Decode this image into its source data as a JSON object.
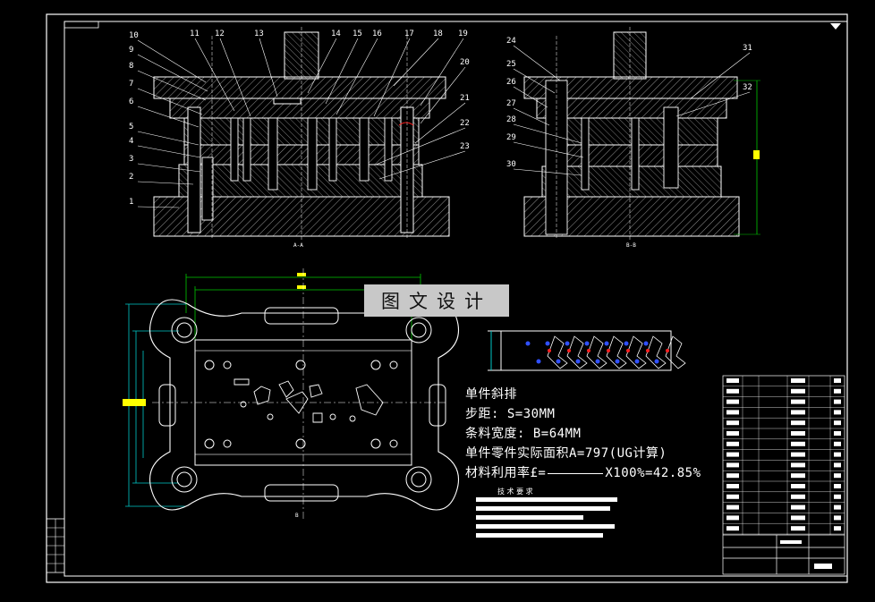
{
  "part_labels_main": [
    "10",
    "9",
    "8",
    "7",
    "6",
    "5",
    "4",
    "3",
    "2",
    "1",
    "11",
    "12",
    "13",
    "14",
    "15",
    "16",
    "17",
    "18",
    "19",
    "20",
    "21",
    "22",
    "23"
  ],
  "part_labels_side": [
    "24",
    "25",
    "26",
    "27",
    "28",
    "29",
    "30",
    "31",
    "32"
  ],
  "section_a": "A-A",
  "section_b": "B-B",
  "watermark": "图文设计",
  "notes": {
    "line1": "单件斜排",
    "line2": "步距: S=30MM",
    "line3": "条料宽度: B=64MM",
    "line4": "单件零件实际面积A=797(UG计算)",
    "line5": "材料利用率£=",
    "line5_end": "X100%=42.85%"
  },
  "tech_req_title": "技 术 要 求",
  "colors": {
    "line": "#ffffff",
    "green": "#00c800",
    "cyan": "#00c8c8",
    "yellow": "#ffff00",
    "red": "#ff2020",
    "blue": "#3050ff",
    "hatch": "#cfcfcf"
  }
}
